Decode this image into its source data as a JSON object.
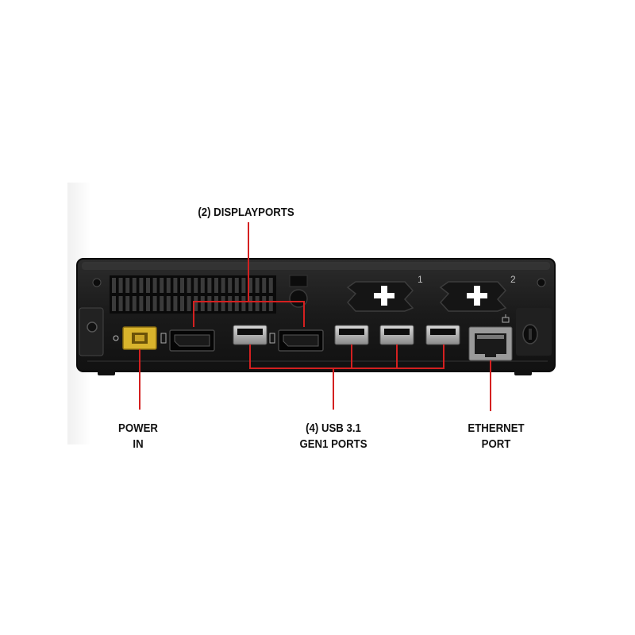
{
  "callouts": {
    "displayports": "(2) DISPLAYPORTS",
    "power_line1": "POWER",
    "power_line2": "IN",
    "usb_line1": "(4) USB 3.1",
    "usb_line2": "GEN1 PORTS",
    "ethernet_line1": "ETHERNET",
    "ethernet_line2": "PORT"
  },
  "panel_markings": {
    "bay_1": "1",
    "bay_2": "2"
  },
  "colors": {
    "callout_line": "#d42020",
    "chassis": "#1b1b1b",
    "power_connector": "#d9b42c",
    "background": "#ffffff"
  },
  "icons": [
    "power-in-icon",
    "displayport-icon",
    "ethernet-icon",
    "security-lock-slot-icon"
  ]
}
